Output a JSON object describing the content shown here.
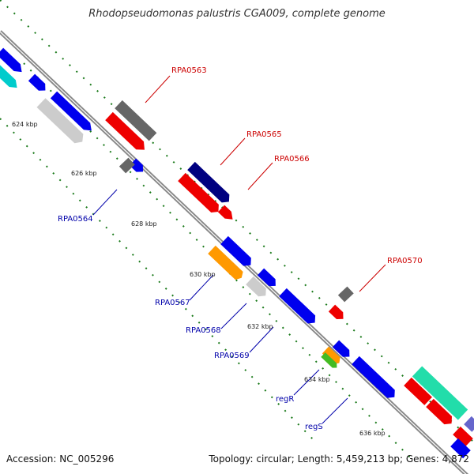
{
  "title": "Rhodopseudomonas palustris CGA009, complete genome",
  "footer": {
    "accession": "Accession: NC_005296",
    "summary": "Topology: circular; Length: 5,459,213 bp; Genes: 4,872"
  },
  "colors": {
    "axis": "#888888",
    "ticks": "#1a7a1a",
    "label_red": "#cc0000",
    "label_blue": "#0000aa"
  },
  "kbp_labels": [
    "624 kbp",
    "626 kbp",
    "628 kbp",
    "630 kbp",
    "632 kbp",
    "634 kbp",
    "636 kbp"
  ],
  "gene_labels": [
    {
      "text": "RPA0563",
      "color": "red"
    },
    {
      "text": "RPA0565",
      "color": "red"
    },
    {
      "text": "RPA0566",
      "color": "red"
    },
    {
      "text": "RPA0570",
      "color": "red"
    },
    {
      "text": "RPA0564",
      "color": "blue"
    },
    {
      "text": "RPA0567",
      "color": "blue"
    },
    {
      "text": "RPA0568",
      "color": "blue"
    },
    {
      "text": "RPA0569",
      "color": "blue"
    },
    {
      "text": "regR",
      "color": "blue"
    },
    {
      "text": "regS",
      "color": "blue"
    }
  ]
}
